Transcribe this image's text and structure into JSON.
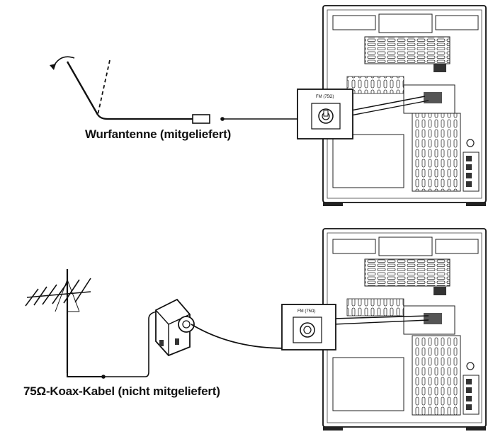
{
  "captions": {
    "loop_antenna": "Wurfantenne (mitgeliefert)",
    "coax_cable": "75Ω-Koax-Kabel (nicht mitgeliefert)"
  },
  "jack_label": "FM (75Ω)",
  "colors": {
    "line": "#111111",
    "panel": "#f4f4f4",
    "device": "#e8e8e8"
  }
}
